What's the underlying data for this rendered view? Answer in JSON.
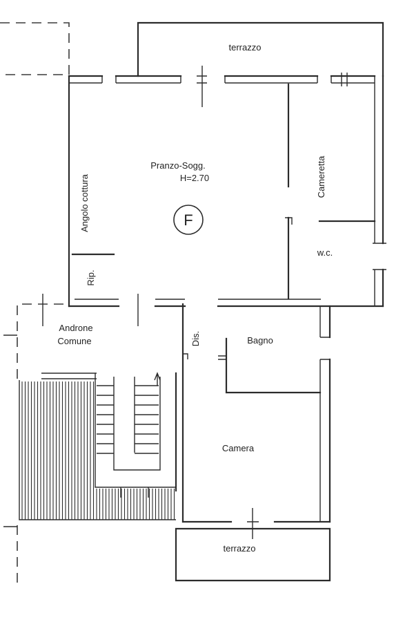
{
  "plan": {
    "rooms": {
      "terrazzo_top": "terrazzo",
      "pranzo": "Pranzo-Sogg.",
      "height": "H=2.70",
      "angolo": "Angolo cottura",
      "cameretta": "Cameretta",
      "wc": "w.c.",
      "rip": "Rip.",
      "androne_1": "Androne",
      "androne_2": "Comune",
      "dis": "Dis.",
      "bagno": "Bagno",
      "camera": "Camera",
      "terrazzo_bottom": "terrazzo"
    },
    "floor_badge": "F"
  }
}
